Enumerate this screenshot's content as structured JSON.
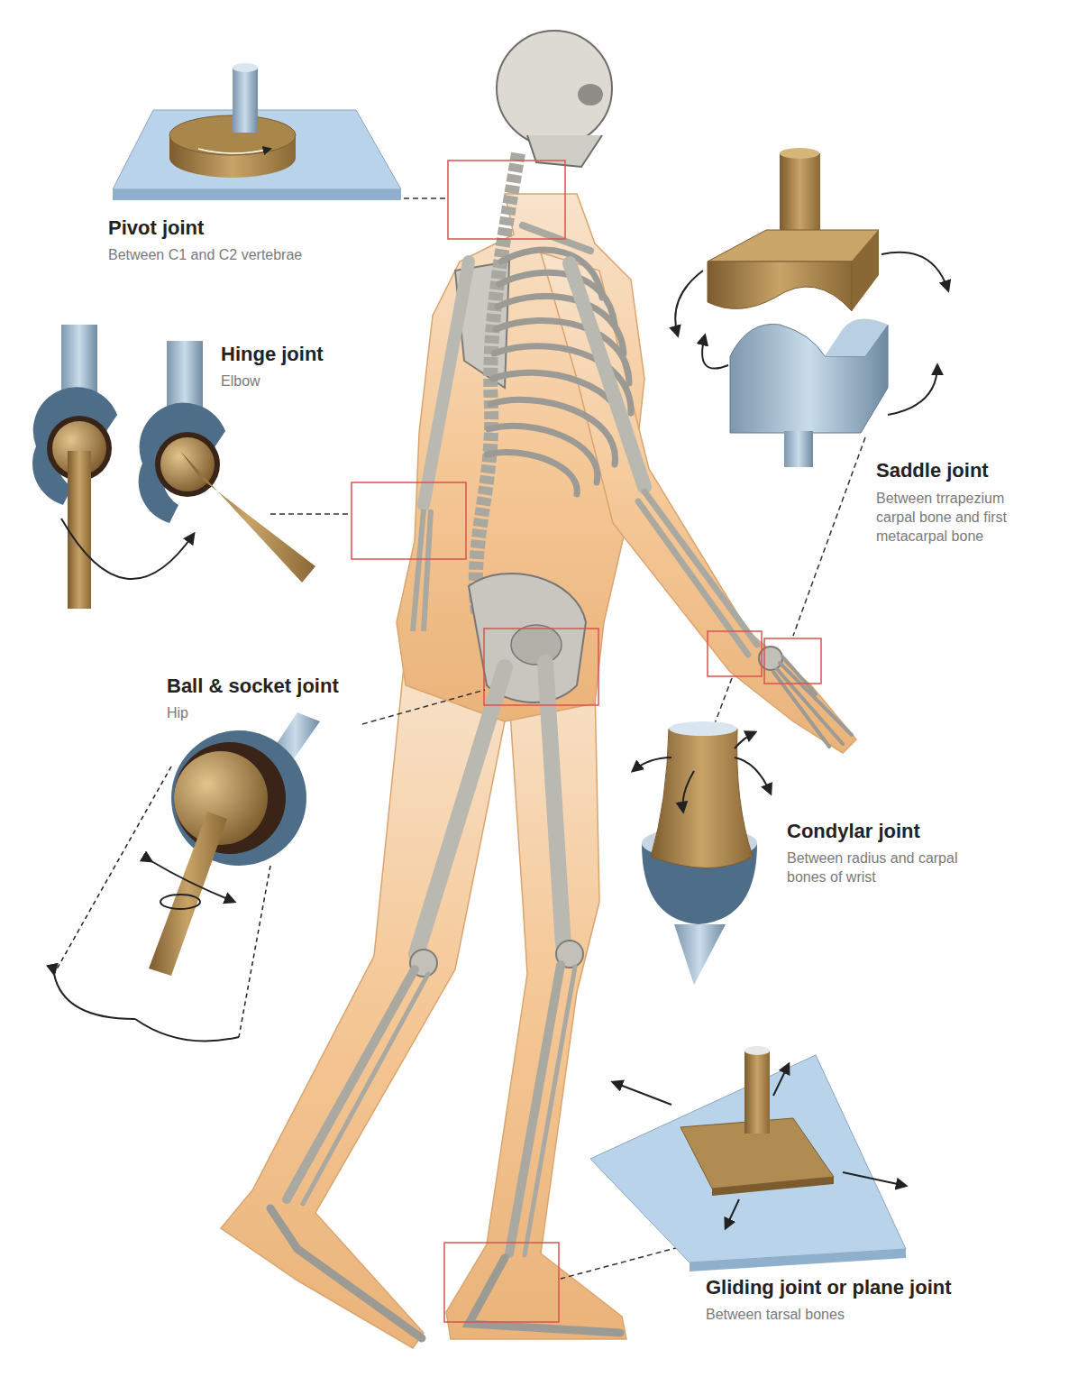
{
  "diagram": {
    "labels": [
      "Pivot joint",
      "Between C1 and C2 vertebrae",
      "Hinge joint",
      "Elbow",
      "Ball & socket joint",
      "Hip",
      "Saddle joint",
      "Between trrapezium carpal bone and first metacarpal bone",
      "Condylar joint",
      "Between radius and carpal bones of wrist",
      "Gliding joint or plane joint",
      "Between tarsal bones"
    ]
  }
}
